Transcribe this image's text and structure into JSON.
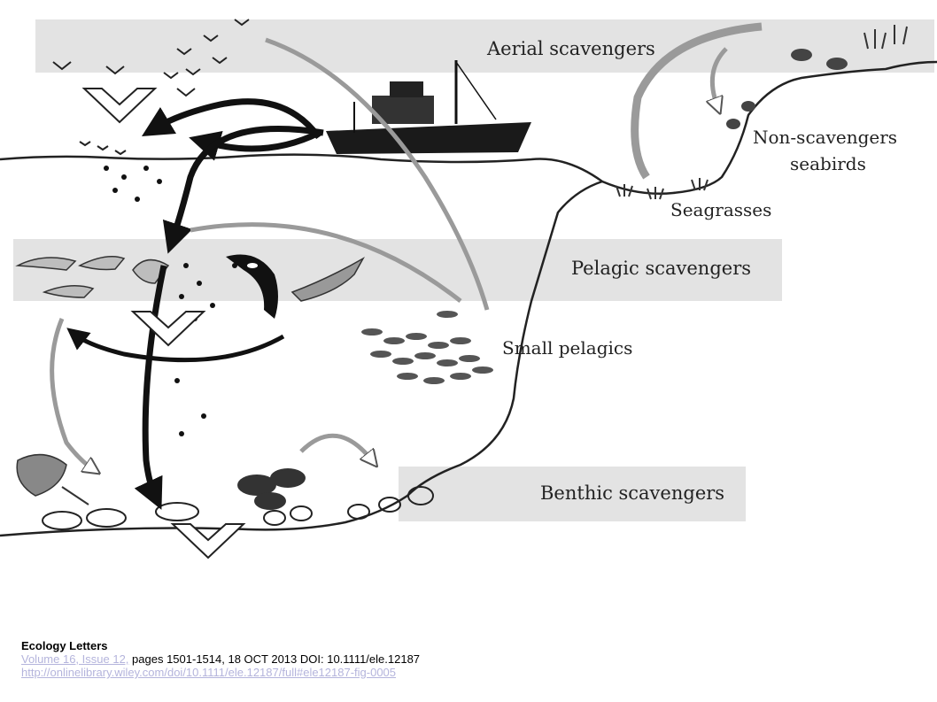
{
  "bands": {
    "aerial": "Aerial scavengers",
    "pelagic": "Pelagic scavengers",
    "benthic": "Benthic scavengers"
  },
  "labels": {
    "non_scavengers_line1": "Non-scavengers",
    "non_scavengers_line2": "seabirds",
    "seagrasses": "Seagrasses",
    "small_pelagics": "Small pelagics"
  },
  "citation": {
    "journal": "Ecology Letters",
    "volume_link": "Volume 16, Issue 12,",
    "details": " pages 1501-1514,  18 OCT 2013 DOI: 10.1111/ele.12187",
    "url": "http://onlinelibrary.wiley.com/doi/10.1111/ele.12187/full#ele12187-fig-0005"
  },
  "icons": [
    "seabird-icon",
    "fishing-vessel-icon",
    "dolphin-icon",
    "orca-icon",
    "shark-icon",
    "fish-school-icon",
    "crab-icon",
    "ray-icon",
    "seagrass-icon"
  ],
  "colors": {
    "band": "#e3e3e3",
    "ink": "#1a1a1a",
    "arrow_grey": "#9a9a9a"
  }
}
